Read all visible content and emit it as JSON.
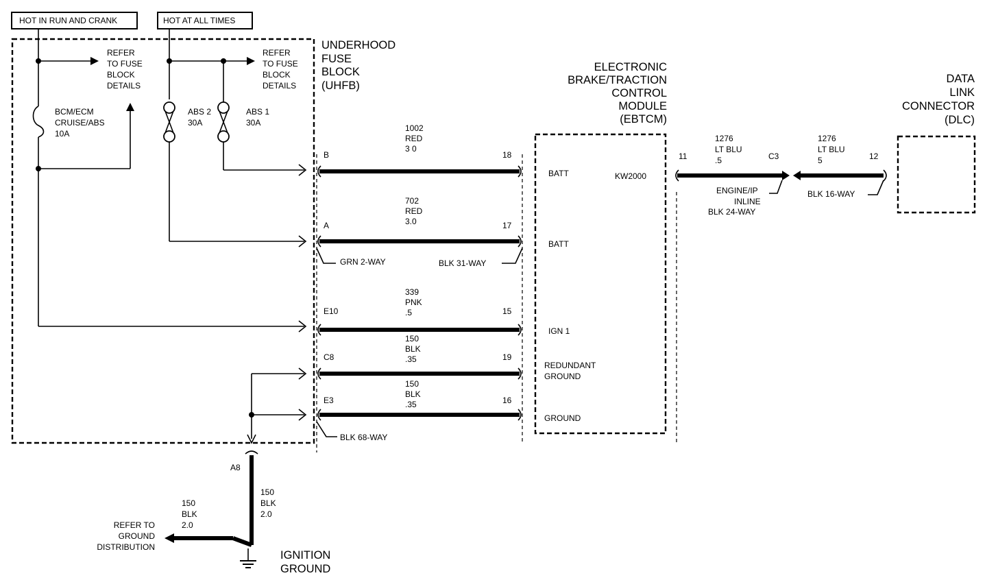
{
  "power_labels": {
    "run_crank": "HOT IN RUN AND CRANK",
    "at_all_times": "HOT AT ALL TIMES"
  },
  "uhfb": {
    "line1": "UNDERHOOD",
    "line2": "FUSE",
    "line3": "BLOCK",
    "line4": "(UHFB)"
  },
  "refer_left": {
    "l1": "REFER",
    "l2": "TO FUSE",
    "l3": "BLOCK",
    "l4": "DETAILS"
  },
  "refer_right": {
    "l1": "REFER",
    "l2": "TO FUSE",
    "l3": "BLOCK",
    "l4": "DETAILS"
  },
  "fuses": {
    "bcm": {
      "l1": "BCM/ECM",
      "l2": "CRUISE/ABS",
      "l3": "10A"
    },
    "abs2": {
      "l1": "ABS 2",
      "l2": "30A"
    },
    "abs1": {
      "l1": "ABS 1",
      "l2": "30A"
    }
  },
  "ebtcm": {
    "l1": "ELECTRONIC",
    "l2": "BRAKE/TRACTION",
    "l3": "CONTROL",
    "l4": "MODULE",
    "l5": "(EBTCM)"
  },
  "dlc": {
    "l1": "DATA",
    "l2": "LINK",
    "l3": "CONNECTOR",
    "l4": "(DLC)"
  },
  "circuits": [
    {
      "left_pin": "B",
      "right_pin": "18",
      "number": "1002",
      "color": "RED",
      "size": "3 0"
    },
    {
      "left_pin": "A",
      "right_pin": "17",
      "number": "702",
      "color": "RED",
      "size": "3.0"
    },
    {
      "left_pin": "E10",
      "right_pin": "15",
      "number": "339",
      "color": "PNK",
      "size": ".5"
    },
    {
      "left_pin": "C8",
      "right_pin": "19",
      "number": "150",
      "color": "BLK",
      "size": ".35"
    },
    {
      "left_pin": "E3",
      "right_pin": "16",
      "number": "150",
      "color": "BLK",
      "size": ".35"
    }
  ],
  "module_pins": {
    "batt1": "BATT",
    "kw": "KW2000",
    "batt2": "BATT",
    "ign": "IGN 1",
    "redundant1": "REDUNDANT",
    "redundant2": "GROUND",
    "ground": "GROUND"
  },
  "connectors": {
    "grn2": "GRN 2-WAY",
    "blk31": "BLK 31-WAY",
    "blk68": "BLK 68-WAY",
    "eng1": "ENGINE/IP",
    "eng2": "INLINE",
    "eng3": "BLK 24-WAY",
    "blk16": "BLK 16-WAY"
  },
  "data_link": {
    "pin11": "11",
    "c3": "C3",
    "pin12": "12",
    "left_wire": {
      "number": "1276",
      "color": "LT BLU",
      "size": ".5"
    },
    "right_wire": {
      "number": "1276",
      "color": "LT BLU",
      "size": "5"
    }
  },
  "ground": {
    "pin": "A8",
    "right_wire": {
      "number": "150",
      "color": "BLK",
      "size": "2.0"
    },
    "left_wire": {
      "number": "150",
      "color": "BLK",
      "size": "2.0"
    },
    "refer1": "REFER TO",
    "refer2": "GROUND",
    "refer3": "DISTRIBUTION",
    "ign1": "IGNITION",
    "ign2": "GROUND"
  }
}
